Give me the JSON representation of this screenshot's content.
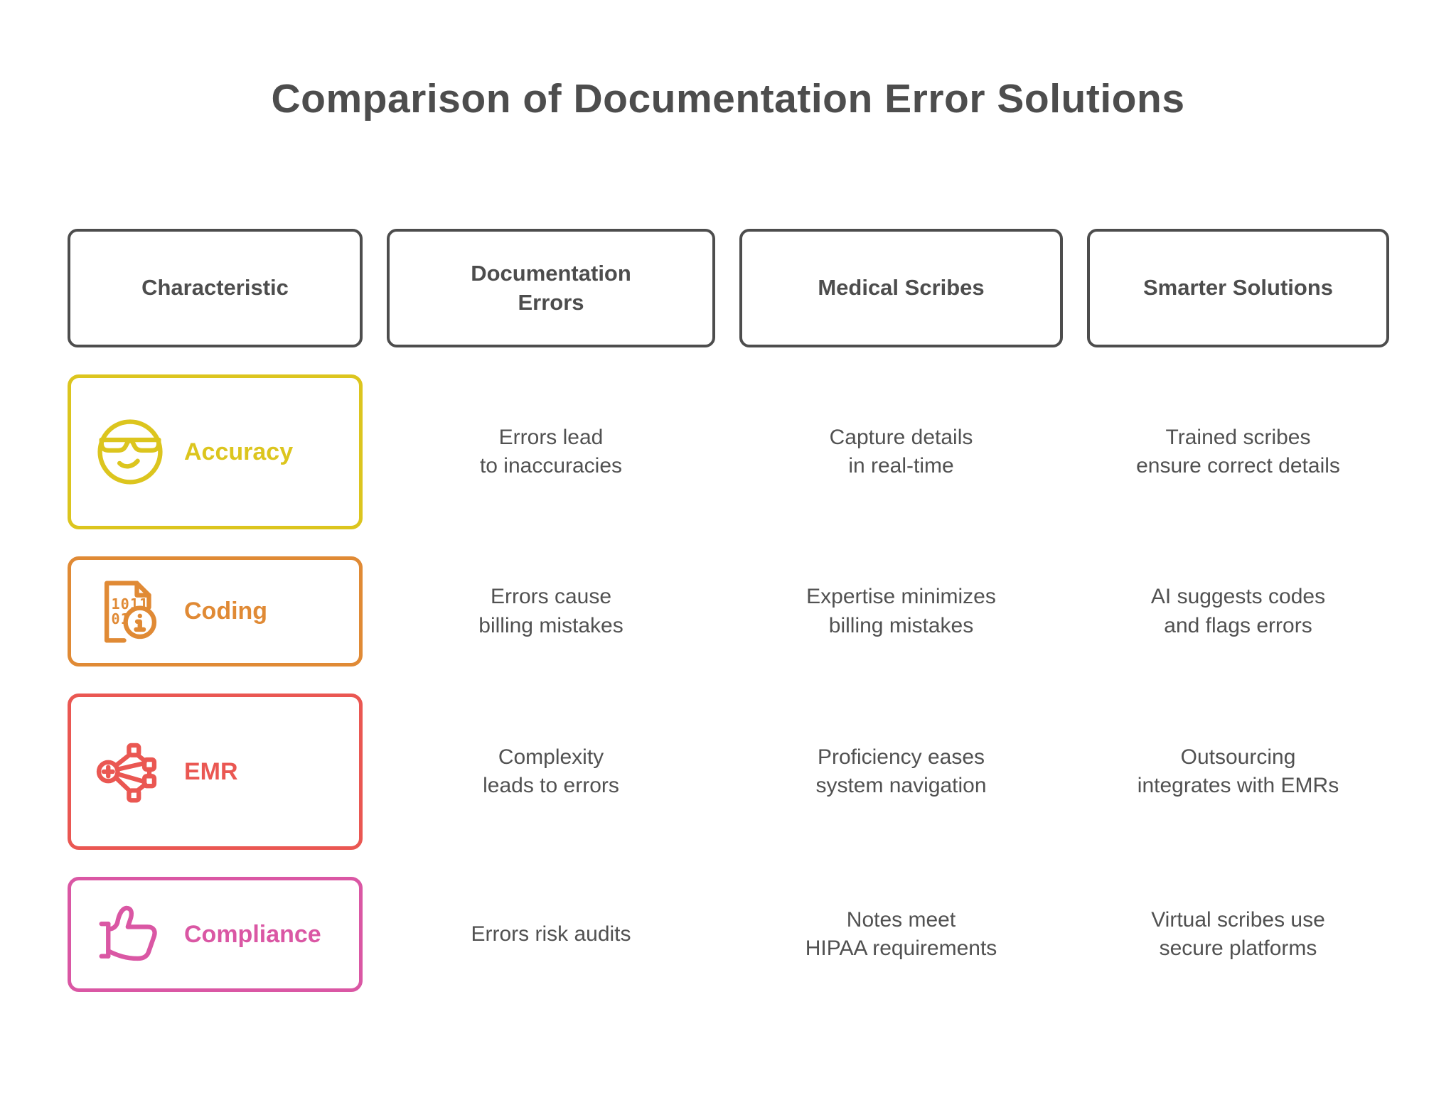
{
  "title": "Comparison of Documentation Error Solutions",
  "colors": {
    "heading_text": "#4d4d4d",
    "header_border": "#4d4d4d",
    "body_text": "#515151",
    "background": "#ffffff",
    "accuracy": "#dcc51e",
    "coding": "#e08a35",
    "emr": "#ea5752",
    "compliance": "#da57a4"
  },
  "header": {
    "columns": [
      {
        "label": "Characteristic"
      },
      {
        "label": "Documentation Errors"
      },
      {
        "label": "Medical Scribes"
      },
      {
        "label": "Smarter Solutions"
      }
    ]
  },
  "rows": [
    {
      "label": "Accuracy",
      "icon": "cool-face-icon",
      "color": "#dcc51e",
      "cells": [
        "Errors lead to inaccuracies",
        "Capture details in real-time",
        "Trained scribes ensure correct details"
      ]
    },
    {
      "label": "Coding",
      "icon": "binary-file-info-icon",
      "color": "#e08a35",
      "cells": [
        "Errors cause billing mistakes",
        "Expertise minimizes billing mistakes",
        "AI suggests codes and flags errors"
      ]
    },
    {
      "label": "EMR",
      "icon": "network-nodes-icon",
      "color": "#ea5752",
      "cells": [
        "Complexity leads to errors",
        "Proficiency eases system navigation",
        "Outsourcing integrates with EMRs"
      ]
    },
    {
      "label": "Compliance",
      "icon": "thumbs-up-icon",
      "color": "#da57a4",
      "cells": [
        "Errors risk audits",
        "Notes meet HIPAA requirements",
        "Virtual scribes use secure platforms"
      ]
    }
  ]
}
